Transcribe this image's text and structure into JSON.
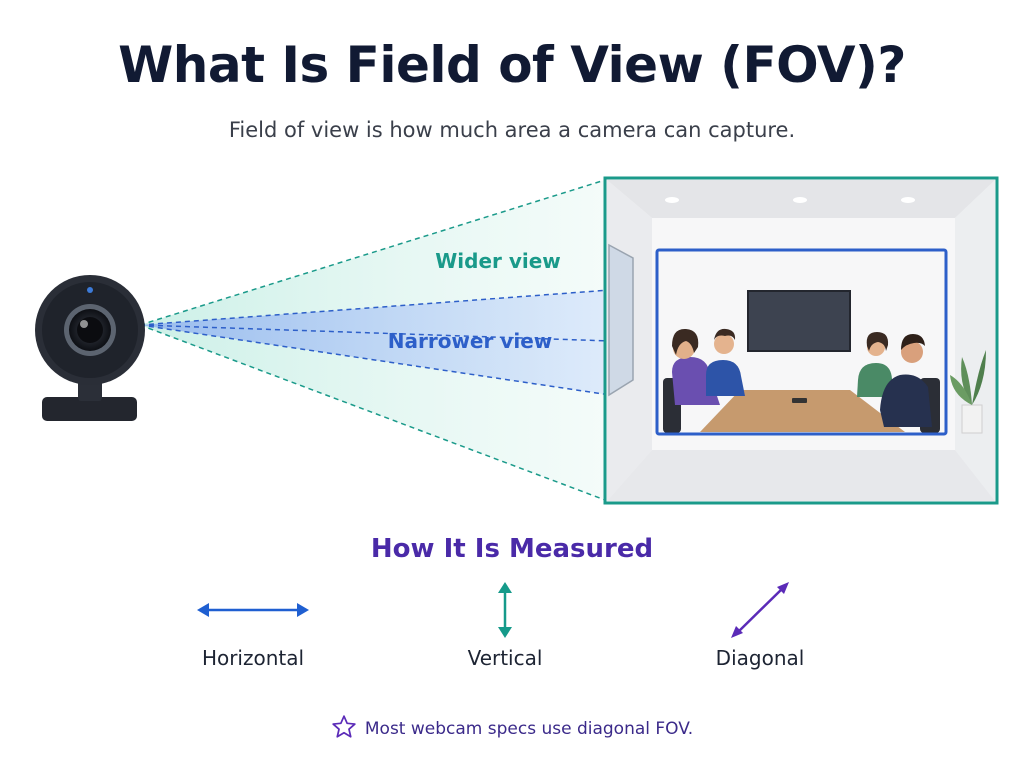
{
  "title": "What Is Field of View (FOV)?",
  "subtitle": "Field of view is how much area a camera can capture.",
  "diagram": {
    "wider_label": "Wider view",
    "narrower_label": "Narrower view",
    "icons": {
      "camera": "webcam-icon",
      "scene": "conference-room-illustration"
    },
    "colors": {
      "wide": "#1a9a8a",
      "narrow": "#2d5fc9",
      "frame": "#1a9a8a"
    }
  },
  "measure": {
    "heading": "How It Is Measured",
    "items": [
      {
        "label": "Horizontal",
        "icon": "horizontal-arrow-icon",
        "color": "#1f5fd1"
      },
      {
        "label": "Vertical",
        "icon": "vertical-arrow-icon",
        "color": "#159a8a"
      },
      {
        "label": "Diagonal",
        "icon": "diagonal-arrow-icon",
        "color": "#5b2bb8"
      }
    ]
  },
  "note": {
    "icon": "star-icon",
    "text": "Most webcam specs use diagonal FOV."
  }
}
